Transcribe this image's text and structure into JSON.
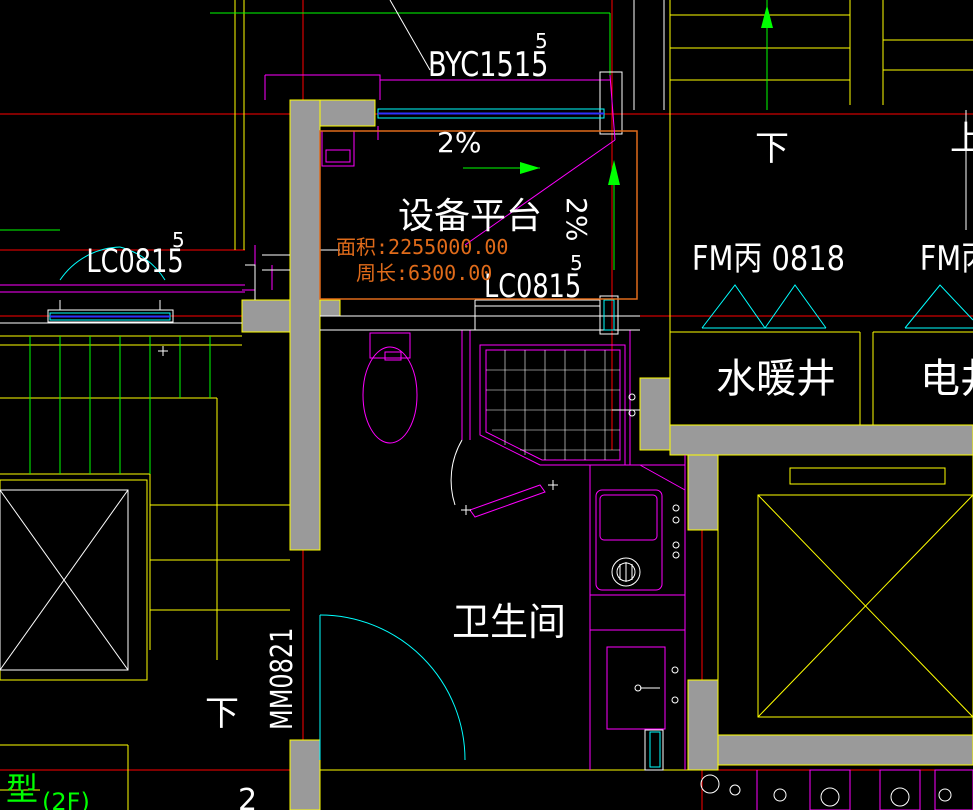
{
  "colors": {
    "background": "#000000",
    "wall_fill": "#9a9a9a",
    "red": "#ff0000",
    "yellow": "#ffff00",
    "magenta": "#ff00ff",
    "cyan": "#00ffff",
    "green": "#00ff00",
    "white": "#ffffff",
    "orange": "#e06b1a",
    "blue": "#3030ff"
  },
  "labels": {
    "window_top": "BYC1515",
    "window_top_sup": "5",
    "window_left": "LC0815",
    "window_left_sup": "5",
    "window_mid": "LC0815",
    "window_mid_sup": "5",
    "slope_top": "2%",
    "slope_right": "2%",
    "room_platform": "设备平台",
    "area": "面积:2255000.00",
    "perimeter": "周长:6300.00",
    "room_bathroom": "卫生间",
    "door_fm_a": "FM丙 0818",
    "door_fm_b": "FM丙",
    "shaft_water": "水暖井",
    "shaft_elec": "电井",
    "down_top": "下",
    "down_left": "下",
    "up_right": "上",
    "door_mm": "MM0821",
    "type_mark": "型",
    "floor_mark": "(2F)",
    "corner_num": "2"
  }
}
